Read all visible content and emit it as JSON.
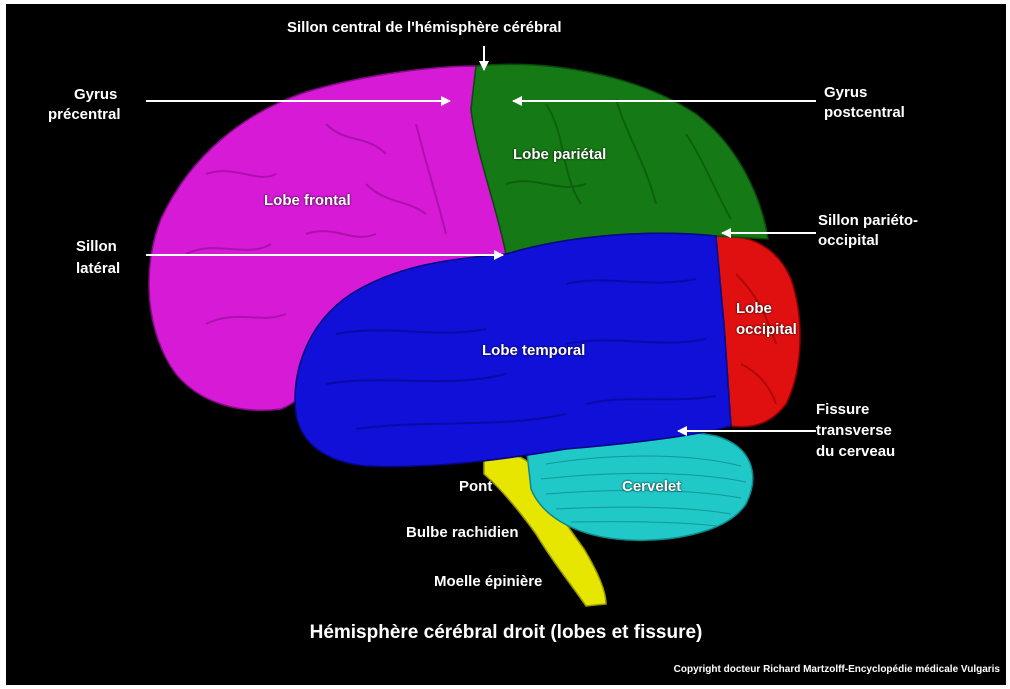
{
  "labels": {
    "sillon_central": "Sillon central de l'hémisphère cérébral",
    "gyrus_precentral_1": "Gyrus",
    "gyrus_precentral_2": "précentral",
    "gyrus_postcentral_1": "Gyrus",
    "gyrus_postcentral_2": "postcentral",
    "sillon_parieto_1": "Sillon pariéto-",
    "sillon_parieto_2": "occipital",
    "sillon_lateral_1": "Sillon",
    "sillon_lateral_2": "latéral",
    "fissure_1": "Fissure",
    "fissure_2": "transverse",
    "fissure_3": "du cerveau",
    "lobe_frontal": "Lobe frontal",
    "lobe_parietal": "Lobe pariétal",
    "lobe_temporal": "Lobe temporal",
    "lobe_occipital_1": "Lobe",
    "lobe_occipital_2": "occipital",
    "cervelet": "Cervelet",
    "pont": "Pont",
    "bulbe": "Bulbe rachidien",
    "moelle": "Moelle épinière"
  },
  "caption": "Hémisphère cérébral droit (lobes et fissure)",
  "copyright": "Copyright docteur Richard Martzolff-Encyclopédie médicale Vulgaris",
  "colors": {
    "background": "#000000",
    "frontal": "#d61ad6",
    "parietal": "#157a15",
    "temporal": "#1010d8",
    "occipital": "#e01010",
    "cerebellum": "#20c8c8",
    "brainstem": "#e6e600",
    "text": "#ffffff"
  }
}
